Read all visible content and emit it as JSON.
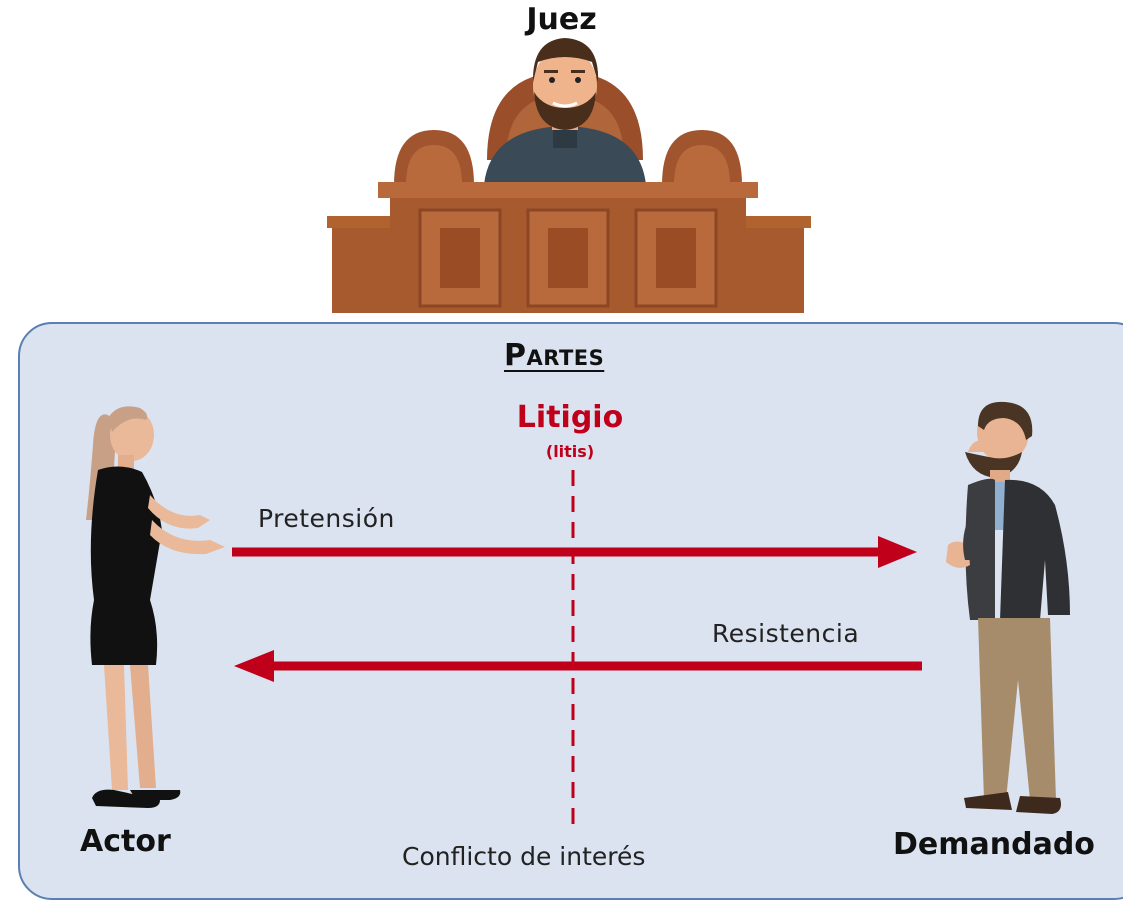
{
  "judge": {
    "label": "Juez"
  },
  "parties": {
    "title": "Partes",
    "actor_label": "Actor",
    "defendant_label": "Demandado"
  },
  "litigation": {
    "title": "Litigio",
    "subtitle": "(litis)",
    "conflict_label": "Conflicto de interés"
  },
  "arrows": {
    "claim_label": "Pretensión",
    "resistance_label": "Resistencia"
  },
  "colors": {
    "accent_red": "#c0001a",
    "panel_fill": "#dae3ef",
    "panel_border": "#5a7fb0",
    "wood": "#a0522d"
  }
}
